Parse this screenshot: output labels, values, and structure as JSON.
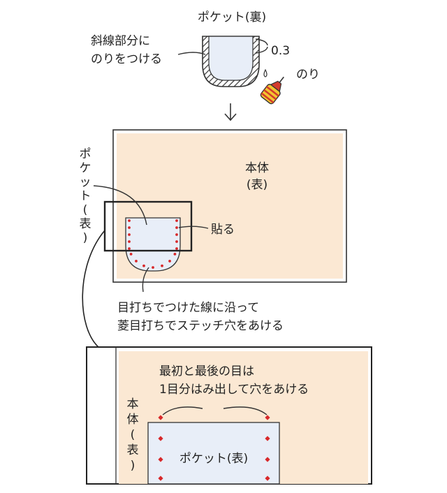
{
  "labels": {
    "pocket_back": "ポケット(裏)",
    "glue_area_line1": "斜線部分に",
    "glue_area_line2": "のりをつける",
    "seam_allowance": "0.3",
    "glue": "のり",
    "body_front_line1": "本体",
    "body_front_line2": "(表)",
    "pocket_front_vertical": "ポケット(表)",
    "stick": "貼る",
    "instruction_line1": "目打ちでつけた線に沿って",
    "instruction_line2": "菱目打ちでステッチ穴をあける",
    "detail_note_line1": "最初と最後の目は",
    "detail_note_line2": "1目分はみ出して穴をあける",
    "detail_body_vertical": "本体(表)",
    "detail_pocket": "ポケット(表)"
  },
  "colors": {
    "leather": "#fbe8d3",
    "pocket_fill": "#e8eef8",
    "stitch_red": "#d8282a",
    "outline": "#333333",
    "glue_yellow": "#f3c531",
    "glue_red": "#d33a2c"
  }
}
